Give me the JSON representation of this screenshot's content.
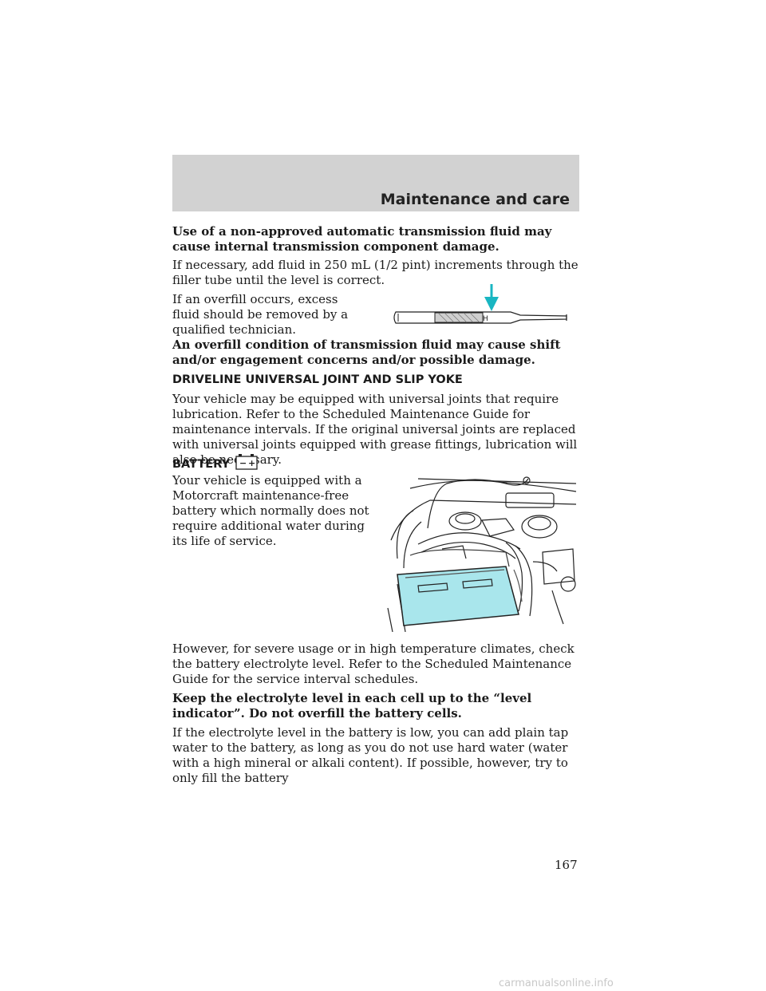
{
  "header": {
    "title": "Maintenance and care"
  },
  "content": {
    "p1": "Use of a non-approved automatic transmission fluid may cause internal transmission component damage.",
    "p2": "If necessary, add fluid in 250 mL (1/2 pint) increments through the filler tube until the level is correct.",
    "p3": "If an overfill occurs, excess fluid should be removed by a qualified technician.",
    "p4": "An overfill condition of transmission fluid may cause shift and/or engagement concerns and/or possible damage.",
    "h1": "DRIVELINE UNIVERSAL JOINT AND SLIP YOKE",
    "p5": "Your vehicle may be equipped with universal joints that require lubrication. Refer to the Scheduled Maintenance Guide for maintenance intervals. If the original universal joints are replaced with universal joints equipped with grease fittings, lubrication will also be necessary.",
    "h2": "BATTERY",
    "p6": "Your vehicle is equipped with a Motorcraft maintenance-free battery which normally does not require additional water during its life of service.",
    "p7": "However, for severe usage or in high temperature climates, check the battery electrolyte level. Refer to the Scheduled Maintenance Guide for the service interval schedules.",
    "p8": "Keep the electrolyte level in each cell up to the “level indicator”. Do not overfill the battery cells.",
    "p9": "If the electrolyte level in the battery is low, you can add plain tap water to the battery, as long as you do not use hard water (water with a high mineral or alkali content). If possible, however, try to only fill the battery"
  },
  "dipstick": {
    "label": "H"
  },
  "battery_symbol": {
    "minus": "−",
    "plus": "+"
  },
  "colors": {
    "accent": "#19b6c2",
    "battery_fill": "#a9e6ec",
    "header_band": "#d2d2d2"
  },
  "page_number": "167",
  "watermark": "carmanualsonline.info"
}
